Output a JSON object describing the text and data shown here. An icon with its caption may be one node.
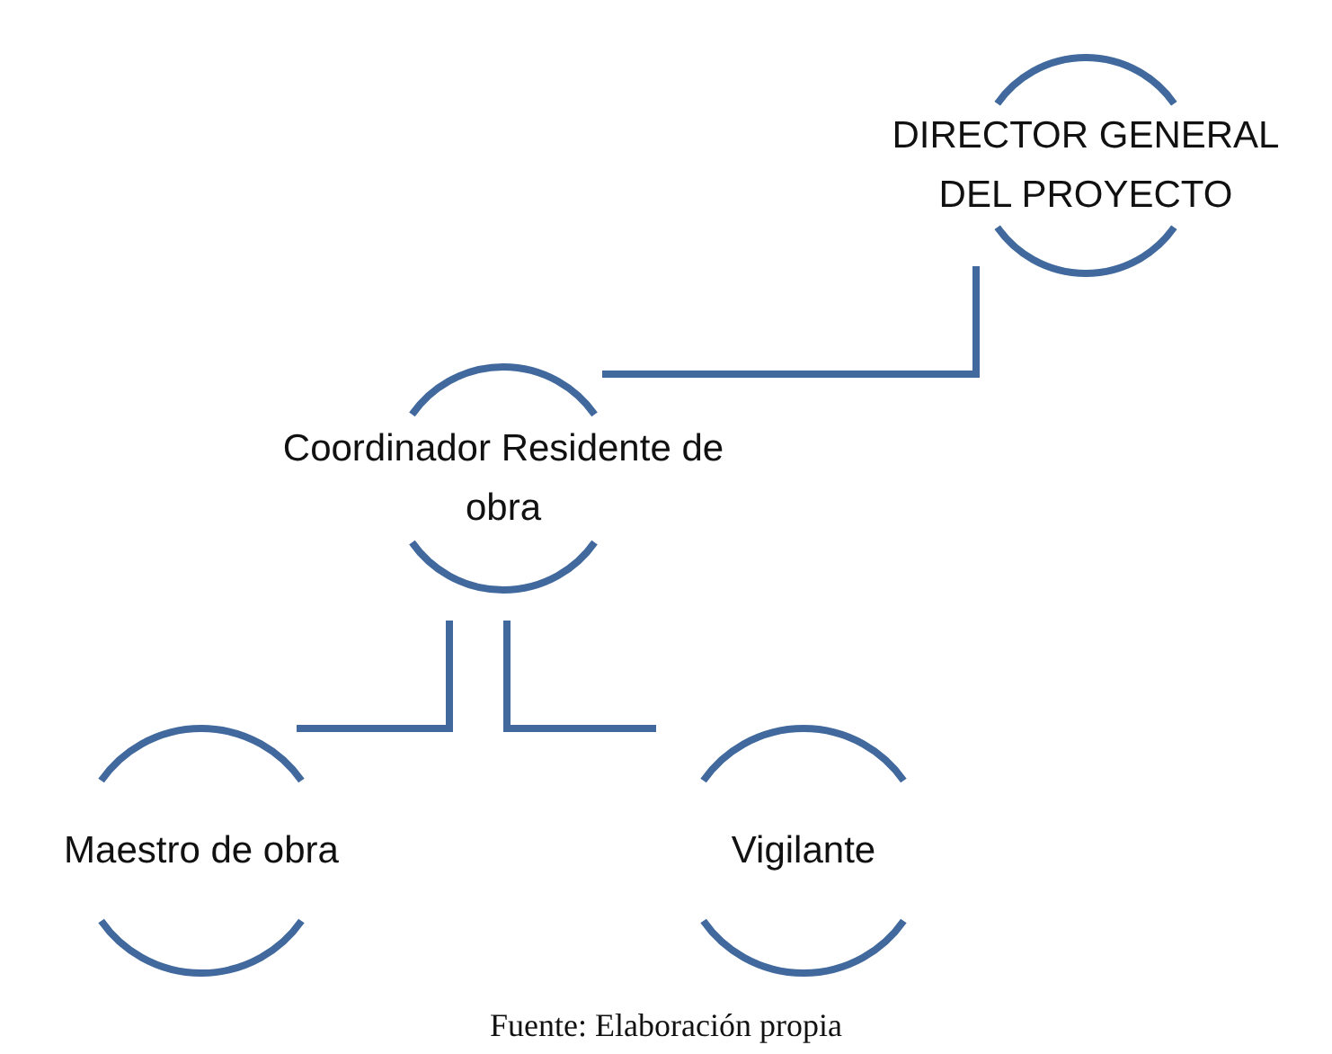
{
  "diagram": {
    "caption": "Fuente: Elaboración propia",
    "nodes": [
      {
        "text": [
          "DIRECTOR GENERAL DEL PROYECTO"
        ]
      },
      {
        "text": [
          "Coordinador Residente de obra"
        ]
      },
      {
        "text": [
          "Maestro de obra"
        ]
      },
      {
        "text": [
          "Vigilante"
        ]
      }
    ],
    "edges": [
      {
        "from": 0,
        "to": 1,
        "arrow": "none"
      },
      {
        "from": 1,
        "to": 2,
        "arrow": "none"
      },
      {
        "from": 1,
        "to": 3,
        "arrow": "none"
      }
    ]
  }
}
